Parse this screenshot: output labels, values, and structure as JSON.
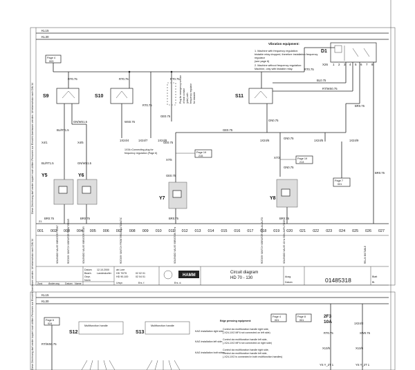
{
  "rails": {
    "top": "KL15",
    "second": "KL30",
    "sheet2_top": "KL15",
    "sheet2_second": "KL30"
  },
  "side_note": "Diese Zeichnung darf weder kopiert noch dritten Personen zur Einsicht überlassen werden. Urheberschutz nach DIN 34",
  "vibration": {
    "heading": "Vibration equipment:",
    "note1": "1. Machine with frequency regulation:",
    "note1b": "bistable relay dropped, therefore installation frequency",
    "note1c": "regulator",
    "note1d": "(see page 6)",
    "note2": "2. Machine without frequency regulation:",
    "note2b": "Machine, only with bistable relay."
  },
  "relay": {
    "label": "D1",
    "conn": "X26",
    "pins": [
      "1",
      "2",
      "3",
      "4",
      "5",
      "6",
      "7",
      "8"
    ]
  },
  "page_refs": {
    "p4": "Page 4",
    "p4n": "003",
    "p19a": "Page 19",
    "p19an": "215",
    "p19b": "Page 19",
    "p19bn": "213",
    "p7": "Page 7",
    "p7n": "001"
  },
  "switches": {
    "s9": "S9",
    "s10": "S10",
    "s11": "S11"
  },
  "wires": {
    "rt1": "RT0.75",
    "rt2": "RT0.75",
    "rt3": "RT0.75",
    "rt4": "RT0.75",
    "rt_mid": "RT0.75",
    "bl": "BL0.75",
    "rtws": "RT/WS0.75",
    "gnws1": "GN/WS1.5",
    "blrt1": "BL/RT1.5",
    "ws": "WS0.75",
    "ge1": "GE0.75",
    "ge2": "GE0.75",
    "ge3": "GE0.75",
    "ge4": "GE0.75",
    "gn1": "GN0.75",
    "gn2": "GN0.75",
    "gn3": "GN0.75",
    "br1": "BR0.75",
    "br2": "BR0.75",
    "blrt2": "BL/RT1.5",
    "gnws2": "GN/WS1.5",
    "br3": "BR0.75",
    "br4": "BR0.75",
    "br5": "BR0.75",
    "br6": "BR0.75"
  },
  "connectors": {
    "x4_1": "X4/1",
    "x4_5": "X4/5",
    "x24_4": "1X24/4",
    "x24_7": "1X24/7",
    "x24_8": "1X24/8",
    "x24_6": "1X24/6",
    "x24_5": "1X24/5",
    "x24_9": "1X24/9",
    "x7_6": "X7/6",
    "x7_3": "X7/3"
  },
  "notes": {
    "plug": "1X34=Connecting plug for",
    "plug2": "frequency regulation (Page 6)",
    "em1": "Plug for emergency version",
    "em2": "of seat contact",
    "em3": "(pilot) with",
    "em4": "frequency regulator",
    "em5": "for bistable"
  },
  "valves": {
    "y5": "Y5",
    "y6": "Y6",
    "y7": "Y7",
    "y8": "Y8"
  },
  "columns": [
    "001",
    "002",
    "003",
    "004",
    "005",
    "006",
    "007",
    "008",
    "009",
    "010",
    "011",
    "012",
    "013",
    "014",
    "015",
    "016",
    "017",
    "018",
    "019",
    "020",
    "021",
    "022",
    "023",
    "024",
    "025",
    "026",
    "027"
  ],
  "col_marker": "21",
  "descriptions": {
    "d1": "SOLENOID VALVE VIBRATOR FRONT",
    "d2": "ROTARY SWITCH VIBRATOR FRONT/REAR",
    "d3": "SOLENOID VALVE VIBRATOR REAR",
    "d4": "ROTARY SWITCH FRONT/REAR AUTOMATIC",
    "d5": "SOLENOID VALVE VIBRATION 50Hz",
    "d6": "ROTARY SWITCH VIBRATOR MANUAL/AUTO",
    "d7": "SOLENOID VALVE 40 Hz 50Hz AMPLITUDE",
    "d8": "RELAY BISTABLE"
  },
  "title_block": {
    "datum_l": "Datum",
    "datum": "12.10.2000",
    "bearb_l": "Bearb.",
    "bearb": "Landeskorfer",
    "gepr_l": "Gepr.",
    "norm_l": "Norm",
    "r1": "ab Lore",
    "r2": "HD 70/75",
    "r3": "HD 90-100",
    "r1v": "",
    "r2v": "02 02 01",
    "r3v": "02 04 01",
    "ursp": "Urspr.",
    "ers": "Ers. f.",
    "ers_d": "Ers. d.",
    "zust": "Zust.",
    "aend": "Änderung",
    "datum2": "Datum",
    "name": "Name",
    "title": "Circuit diagram",
    "subtitle": "HD 70 - 130",
    "ausg": "Ausg.",
    "datum3": "Datum",
    "number": "01485318",
    "blatt": "Blatt",
    "blatt_v": "",
    "bl": "Bl."
  },
  "logo": "HAMM",
  "sheet2": {
    "p6": "Page 6",
    "p6n": "024",
    "s12": "S12",
    "s13": "S13",
    "mf1": "Multifunction handle",
    "mf2": "Multifunction handle",
    "edge_h": "Edge pressing equipment:",
    "k1": "KAG installation right side:",
    "k1a": "Control via multifunction handle right side,",
    "k1b": "(-X24-1/X2 MF4 not connected on left side)",
    "k2": "KAG installation left side:",
    "k2a": "Control via multifunction handle left side,",
    "k2b": "(-X24-1/X2 MF4 not connected on right side)",
    "k3": "KAG installation both sides:",
    "k3a": "Control via multifunction handle right side,",
    "k3b": "Control via multifunction handle left side,",
    "k3c": "(-X24-1/X2 is connected in both multifunction handles)",
    "p4": "Page 4",
    "p4n": "001",
    "p8": "Page 8",
    "p8n": "001",
    "fuse": "2F3",
    "fuse_v": "10A",
    "rtws": "RT/WS0.75",
    "rt": "RT0.75",
    "sw": "SW0.75",
    "x24_2": "1X24/2",
    "x13_5": "X13/5",
    "x13_6": "X13/6",
    "bottom1": "YS Y_2T 1",
    "bottom2": "YS Y_2T 1"
  }
}
